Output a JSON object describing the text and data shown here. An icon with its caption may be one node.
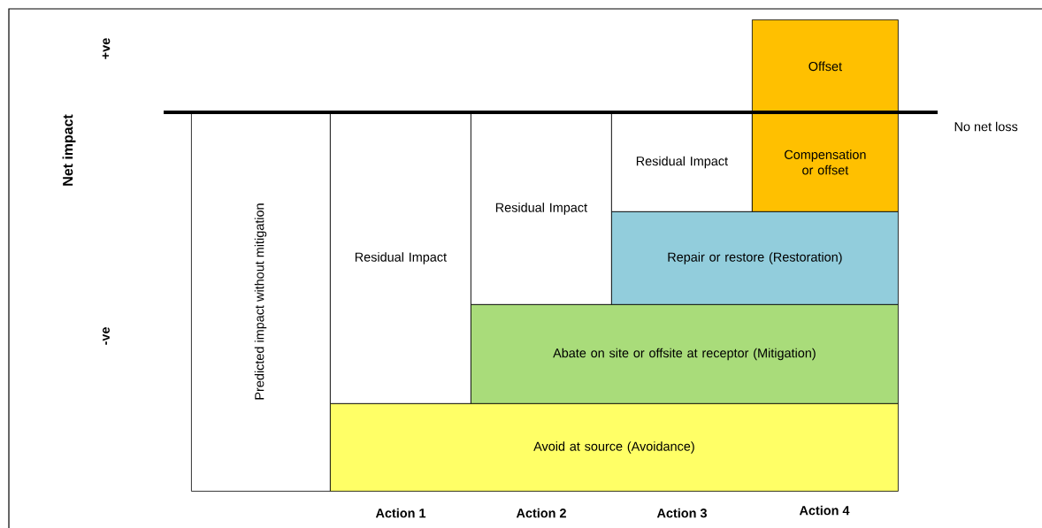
{
  "diagram": {
    "nodes": [
      {
        "text": [
          "Offset"
        ]
      },
      {
        "text": [
          "Predicted impact without mitigation"
        ]
      },
      {
        "text": [
          "Residual Impact"
        ]
      },
      {
        "text": [
          "Residual Impact"
        ]
      },
      {
        "text": [
          "Residual Impact"
        ]
      },
      {
        "text": [
          "Compensation or offset"
        ]
      },
      {
        "text": [
          "Repair or restore (Restoration)"
        ]
      },
      {
        "text": [
          "Abate on site or offsite at receptor (Mitigation)"
        ]
      },
      {
        "text": [
          "Avoid at source (Avoidance)"
        ]
      }
    ],
    "labels": [
      "+ve",
      "Net impact",
      "No net loss",
      "-ve",
      "Action 1",
      "Action 2",
      "Action 3",
      "Action 4"
    ]
  }
}
